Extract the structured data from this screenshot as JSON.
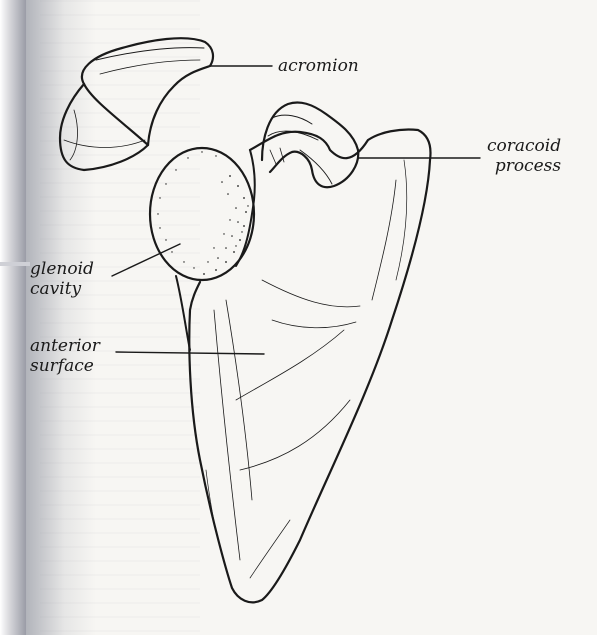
{
  "figure": {
    "labels": {
      "acromion": "acromion",
      "coracoid_line1": "coracoid",
      "coracoid_line2": "process",
      "glenoid_line1": "glenoid",
      "glenoid_line2": "cavity",
      "anterior_line1": "anterior",
      "anterior_line2": "surface"
    }
  },
  "colors": {
    "ink": "#1a1a1a",
    "paper": "#f7f6f3"
  }
}
